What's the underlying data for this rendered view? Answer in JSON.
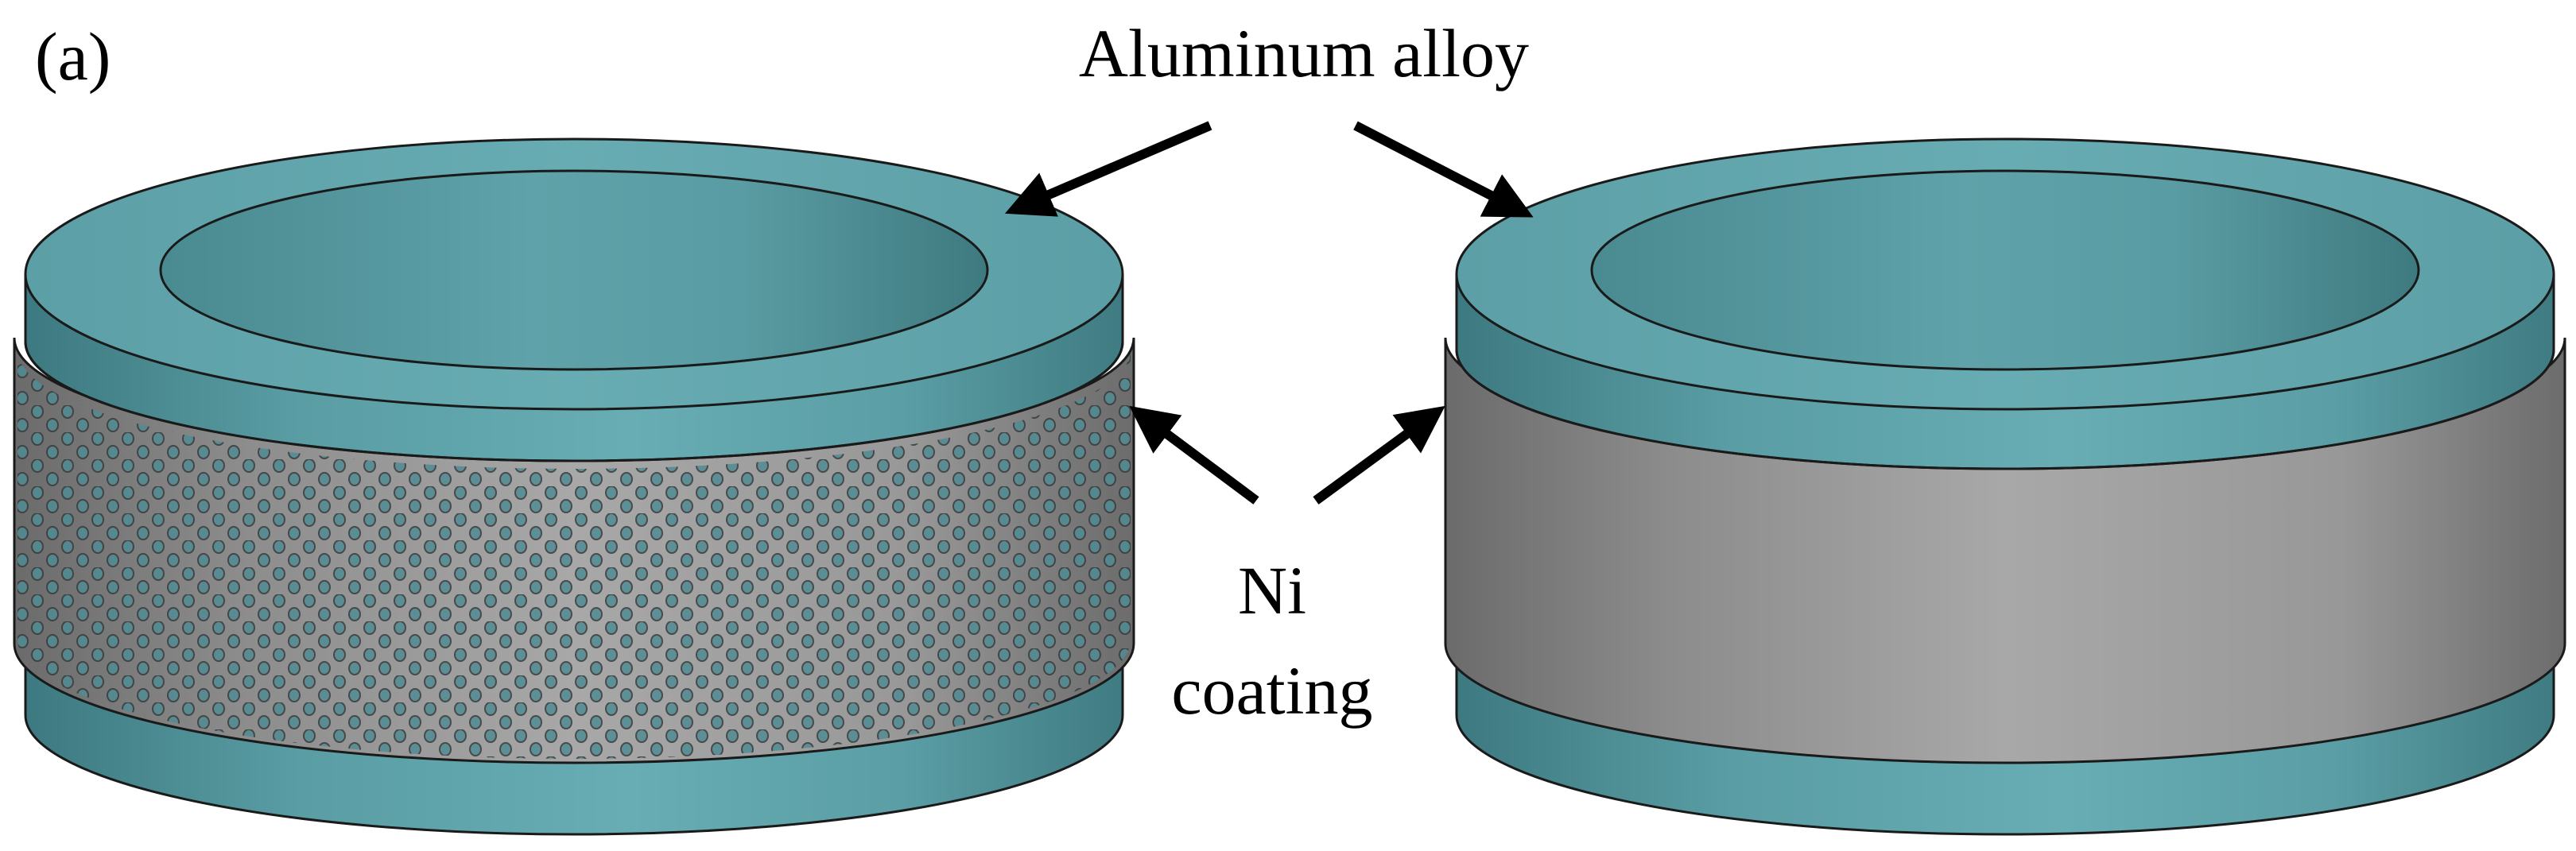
{
  "figure": {
    "panel_label": "(a)",
    "labels": {
      "aluminum": "Aluminum alloy",
      "ni": "Ni",
      "coating": "coating"
    },
    "colors": {
      "aluminum_light": "#66a9b0",
      "aluminum_dark": "#3f7a82",
      "ni_light": "#a9a9a9",
      "ni_dark": "#6d6d6d",
      "outline": "#1a1a1a",
      "arrow": "#000000"
    },
    "components": [
      "perforated-ni-coated-ring",
      "solid-ni-coated-ring"
    ]
  }
}
